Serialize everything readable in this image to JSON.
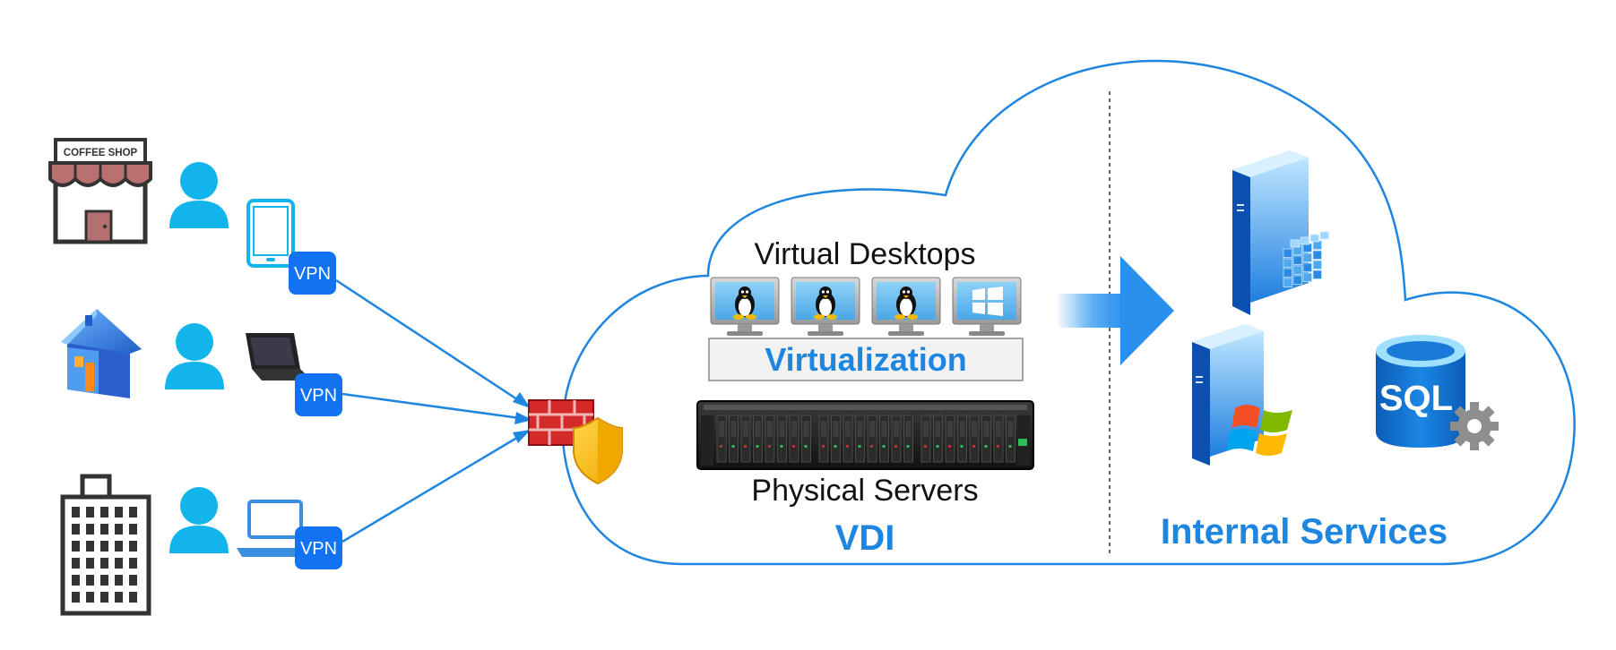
{
  "locations": {
    "coffee_shop_sign": "COFFEE SHOP"
  },
  "vpn": {
    "label": "VPN"
  },
  "vdi": {
    "virtual_desktops_label": "Virtual Desktops",
    "virtualization_label": "Virtualization",
    "physical_servers_label": "Physical Servers",
    "title": "VDI"
  },
  "internal": {
    "title": "Internal Services",
    "sql_label": "SQL"
  },
  "colors": {
    "accent_blue": "#1e86e0",
    "user_cyan": "#12b4ec",
    "vpn_badge": "#1172f2",
    "firewall_red": "#d42a2a",
    "shield_gold": "#f5b800"
  }
}
